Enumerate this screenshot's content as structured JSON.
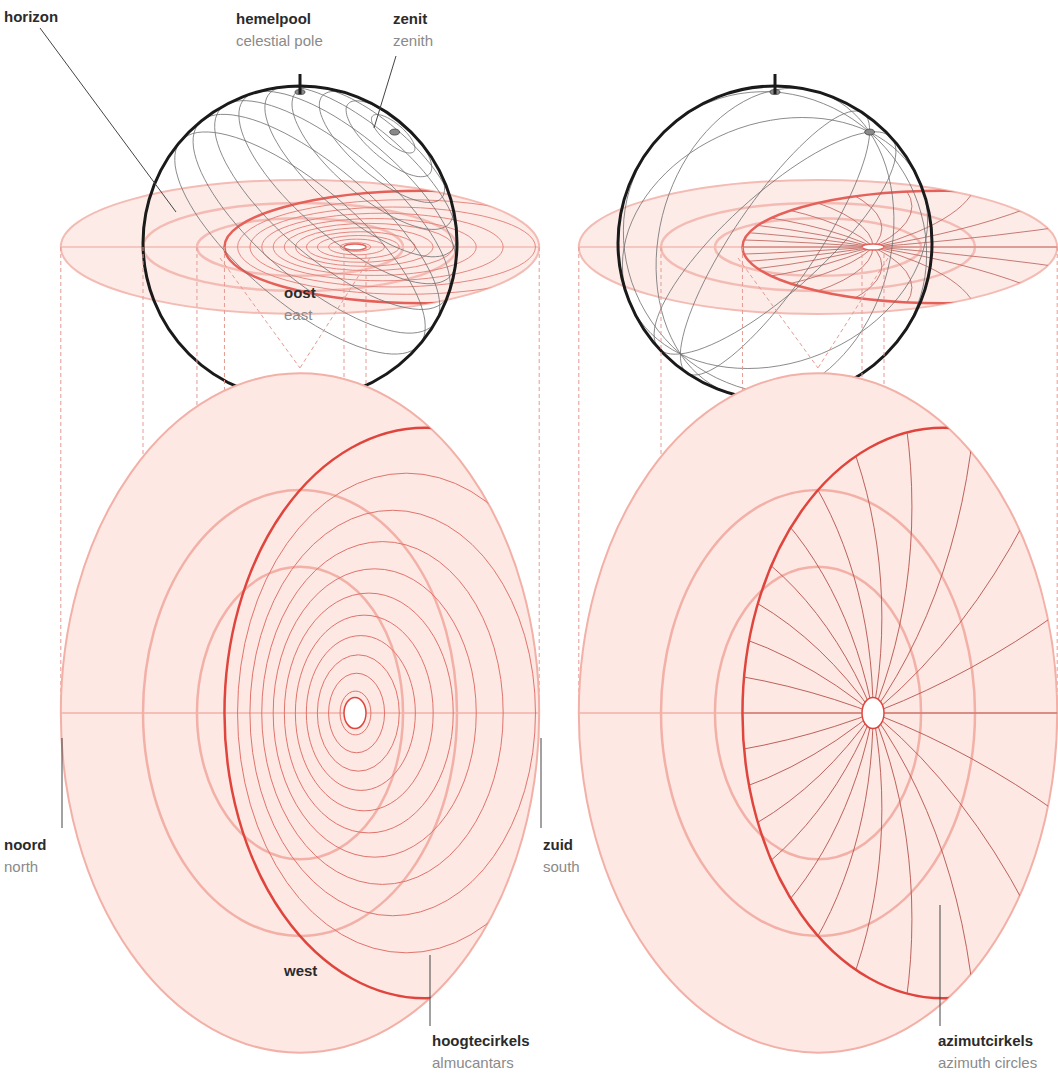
{
  "diagram": {
    "labels": [
      "horizon",
      "hemelpool",
      "celestial pole",
      "zenit",
      "zenith",
      "oost",
      "east",
      "noord",
      "north",
      "zuid",
      "south",
      "west",
      "hoogtecirkels",
      "almucantars",
      "azimutcirkels",
      "azimuth circles"
    ]
  }
}
